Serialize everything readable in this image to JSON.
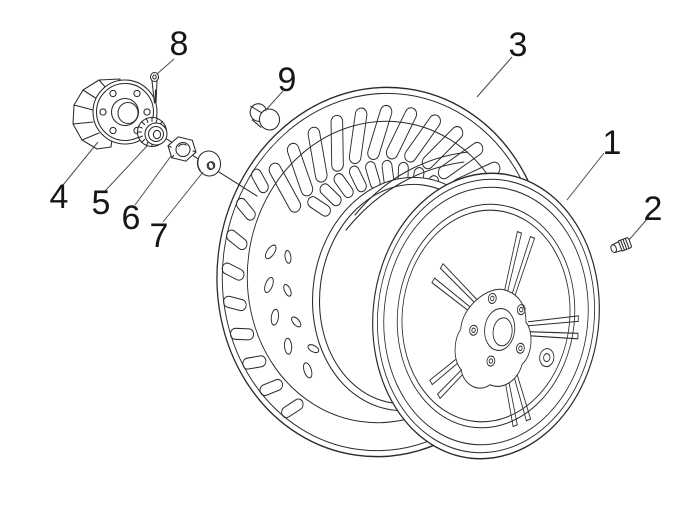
{
  "diagram": {
    "type": "exploded-parts-diagram",
    "subject": "scooter rear wheel assembly line drawing",
    "background_color": "#ffffff",
    "line_color": "#2b2b2b",
    "leader_line_color": "#4d4d4d",
    "callout_color": "#161616",
    "callouts": [
      {
        "label": "1",
        "part": "wheel-rim"
      },
      {
        "label": "2",
        "part": "tyre-valve"
      },
      {
        "label": "3",
        "part": "tyre"
      },
      {
        "label": "4",
        "part": "hub-drum"
      },
      {
        "label": "5",
        "part": "splined-ring"
      },
      {
        "label": "6",
        "part": "hex-nut"
      },
      {
        "label": "7",
        "part": "washer"
      },
      {
        "label": "8",
        "part": "split-pin"
      },
      {
        "label": "9",
        "part": "spacer-bushing"
      }
    ]
  }
}
